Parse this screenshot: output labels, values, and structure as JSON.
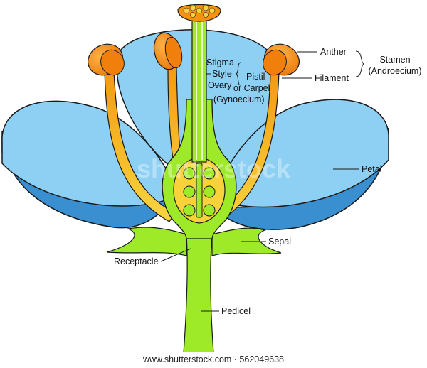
{
  "labels": {
    "anther": "Anther",
    "filament": "Filament",
    "stamen": "Stamen",
    "androecium": "(Androecium)",
    "stigma": "Stigma",
    "style": "Style",
    "ovary": "Ovary",
    "pistil": "Pistil",
    "carpel": "or Carpel",
    "gynoecium": "(Gynoecium)",
    "petal": "Petal",
    "sepal": "Sepal",
    "receptacle": "Receptacle",
    "pedicel": "Pedicel"
  },
  "watermark": "shutterstock",
  "footer": "www.shutterstock.com · 562049638",
  "colors": {
    "petal": "#8ed0f3",
    "petal_dark": "#3a8fd0",
    "green": "#9fea28",
    "anther": "#f5930e",
    "filament_top": "#f5a21a",
    "filament_bottom": "#f7d23d",
    "ovary": "#f8d23a"
  }
}
